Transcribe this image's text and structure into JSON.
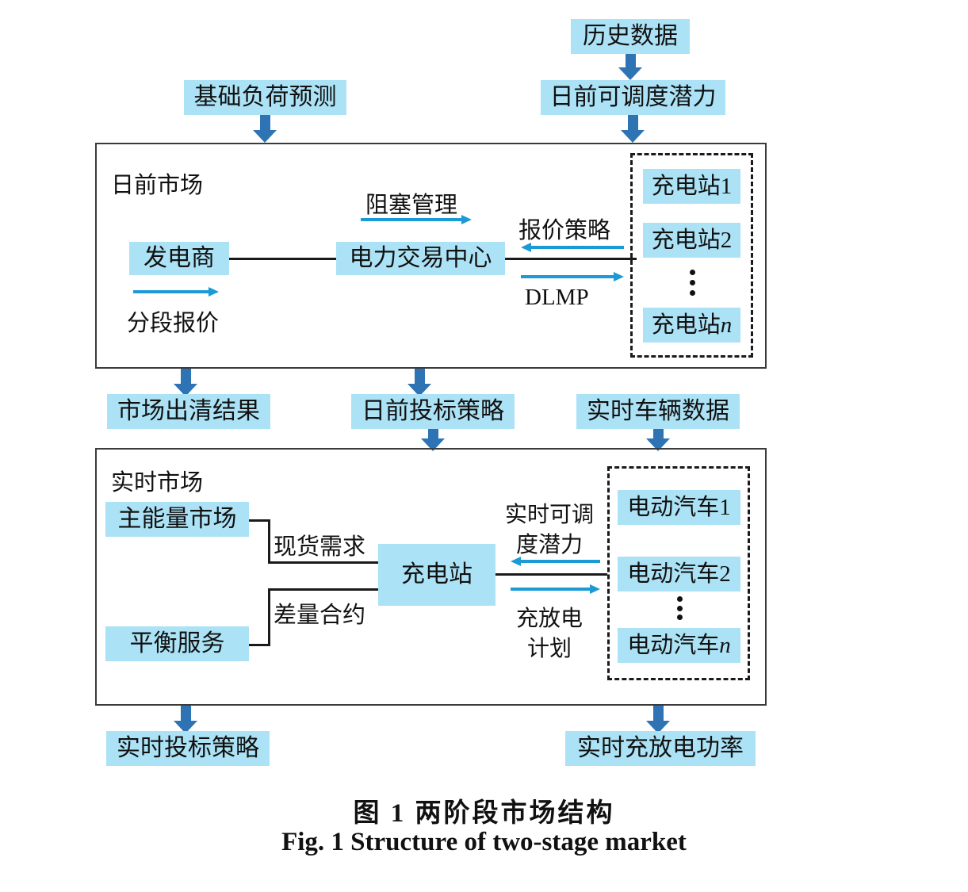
{
  "figure": {
    "caption_cn": "图 1   两阶段市场结构",
    "caption_en": "Fig. 1   Structure of two-stage market"
  },
  "colors": {
    "chip_fill": "#ace2f5",
    "block_arrow": "#2e74b5",
    "thin_arrow": "#1b9ad6",
    "panel_border": "#3b3b3b",
    "text": "#111111"
  },
  "inputs": {
    "base_load_forecast": "基础负荷预测",
    "historical_data": "历史数据",
    "day_ahead_dispatch_potential": "日前可调度潜力"
  },
  "day_ahead_market": {
    "title": "日前市场",
    "generator": "发电商",
    "power_trading_center": "电力交易中心",
    "segmented_bid": "分段报价",
    "congestion_management": "阻塞管理",
    "bid_strategy": "报价策略",
    "dlmp": "DLMP",
    "stations": {
      "items": [
        "充电站1",
        "充电站2"
      ],
      "last_prefix": "充电站",
      "last_suffix": "n"
    }
  },
  "middle_labels": {
    "market_clearing_result": "市场出清结果",
    "day_ahead_bidding_strategy": "日前投标策略",
    "realtime_vehicle_data": "实时车辆数据"
  },
  "realtime_market": {
    "title": "实时市场",
    "main_energy_market": "主能量市场",
    "balancing_service": "平衡服务",
    "spot_demand": "现货需求",
    "difference_contract": "差量合约",
    "charging_station": "充电站",
    "realtime_potential_line1": "实时可调",
    "realtime_potential_line2": "度潜力",
    "charge_discharge_line1": "充放电",
    "charge_discharge_line2": "计划",
    "evs": {
      "items": [
        "电动汽车1",
        "电动汽车2"
      ],
      "last_prefix": "电动汽车",
      "last_suffix": "n"
    }
  },
  "outputs": {
    "realtime_bidding_strategy": "实时投标策略",
    "realtime_charge_discharge_power": "实时充放电功率"
  }
}
